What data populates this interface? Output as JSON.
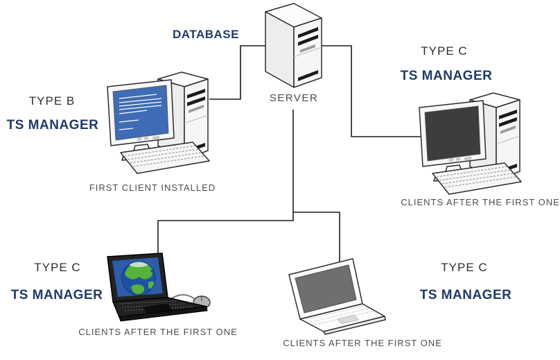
{
  "colors": {
    "accent_navy": "#1f3a68",
    "label_dark": "#2e2e2e",
    "caption_gray": "#4c4c4c",
    "line_color": "#1c1c1c",
    "device_body": "#f6f6f6",
    "device_outline": "#2b2b2b",
    "screen_blue": "#3f6cb4",
    "screen_dark": "#3d3d3d",
    "laptop_screen_blue": "#2e5ca9",
    "globe_ocean": "#1d52a2",
    "globe_land": "#55b33e"
  },
  "nodes": {
    "server": {
      "id": "server",
      "title": "DATABASE",
      "caption": "SERVER"
    },
    "client_first": {
      "id": "client_first",
      "type": "TYPE B",
      "product": "TS MANAGER",
      "caption": "FIRST CLIENT INSTALLED"
    },
    "client_desktop_right": {
      "id": "client_desktop_right",
      "type": "TYPE C",
      "product": "TS MANAGER",
      "caption": "CLIENTS AFTER THE FIRST ONE"
    },
    "client_laptop_left": {
      "id": "client_laptop_left",
      "type": "TYPE C",
      "product": "TS MANAGER",
      "caption": "CLIENTS AFTER THE FIRST ONE"
    },
    "client_laptop_center": {
      "id": "client_laptop_center",
      "type": "TYPE C",
      "product": "TS MANAGER",
      "caption": "CLIENTS AFTER THE FIRST ONE"
    }
  },
  "connections": [
    {
      "from": "server",
      "to": "client_first"
    },
    {
      "from": "server",
      "to": "client_desktop_right"
    },
    {
      "from": "server",
      "to": "client_laptop_left"
    },
    {
      "from": "server",
      "to": "client_laptop_center"
    }
  ]
}
